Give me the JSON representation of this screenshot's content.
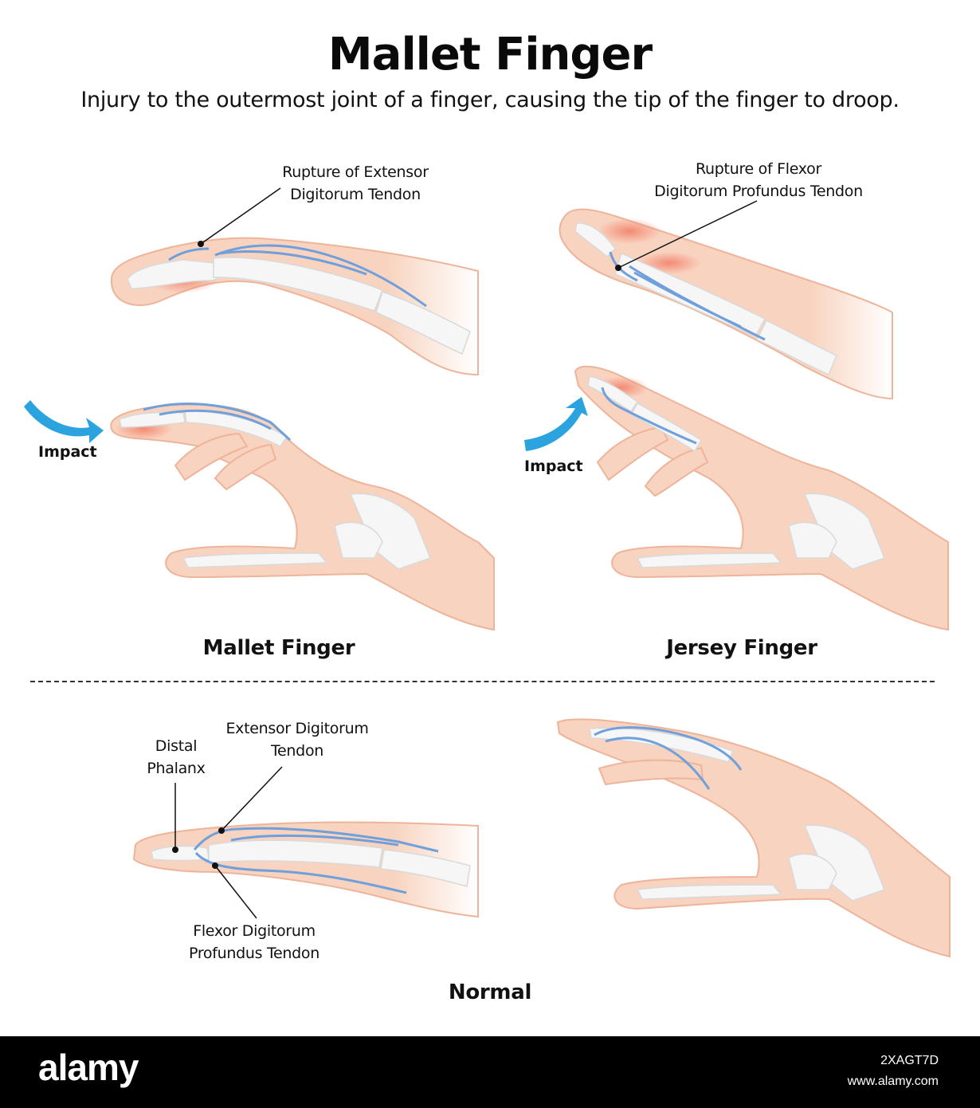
{
  "header": {
    "title": "Mallet Finger",
    "subtitle": "Injury to the outermost joint of a finger, causing the tip of the finger to droop."
  },
  "mallet": {
    "annotation": [
      "Rupture of Extensor",
      "Digitorum Tendon"
    ],
    "impact_label": "Impact",
    "section_title": "Mallet Finger"
  },
  "jersey": {
    "annotation": [
      "Rupture of Flexor",
      "Digitorum Profundus Tendon"
    ],
    "impact_label": "Impact",
    "section_title": "Jersey Finger"
  },
  "normal": {
    "distal_phalanx": [
      "Distal",
      "Phalanx"
    ],
    "extensor": [
      "Extensor Digitorum",
      "Tendon"
    ],
    "flexor": [
      "Flexor Digitorum",
      "Profundus Tendon"
    ],
    "section_title": "Normal"
  },
  "footer": {
    "logo": "alamy",
    "code": "2XAGT7D",
    "url": "www.alamy.com"
  },
  "colors": {
    "skin": "#f8d3bf",
    "skin_edge": "#eeb49a",
    "bone": "#f6f6f6",
    "bone_edge": "#d9d9d9",
    "tendon": "#6fa0dc",
    "injury": "#f2826b",
    "arrow": "#2ba3df"
  },
  "icons": [
    "impact-arrow-icon",
    "impact-arrow-icon"
  ]
}
